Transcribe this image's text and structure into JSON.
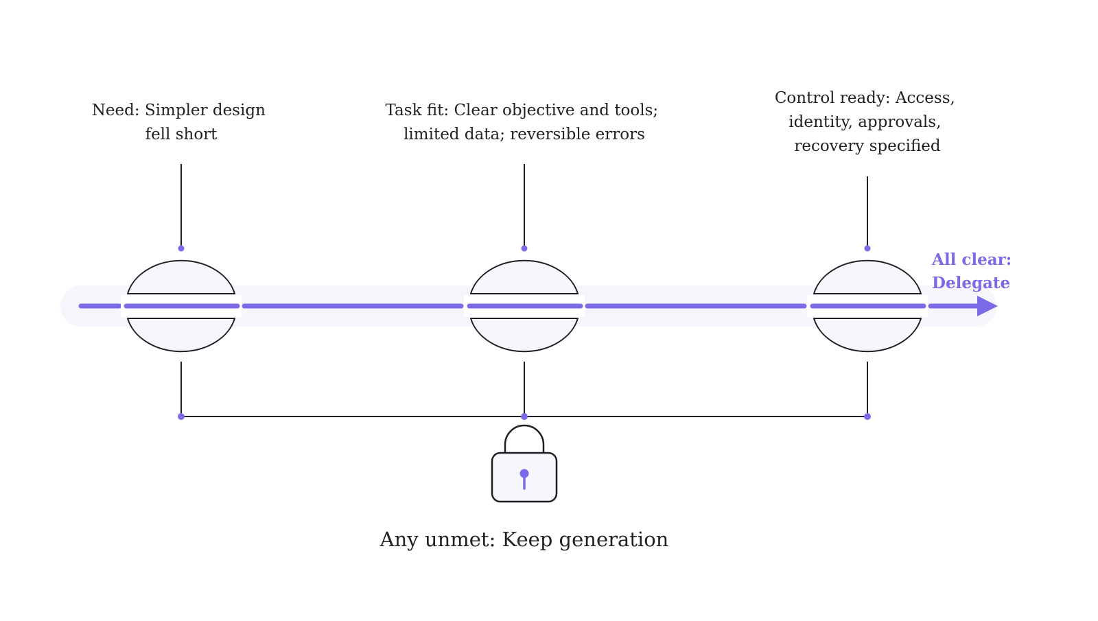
{
  "gates": [
    {
      "id": "need",
      "label_lines": [
        "Need: Simpler design",
        "fell short"
      ]
    },
    {
      "id": "task-fit",
      "label_lines": [
        "Task fit: Clear objective and tools;",
        "limited data; reversible errors"
      ]
    },
    {
      "id": "control-ready",
      "label_lines": [
        "Control ready: Access,",
        "identity, approvals,",
        "recovery specified"
      ]
    }
  ],
  "outcome_pass": {
    "lines": [
      "All clear:",
      "Delegate"
    ]
  },
  "outcome_fail": {
    "label": "Any unmet: Keep generation"
  },
  "colors": {
    "accent": "#7b6be6",
    "track_band": "#f5f5fb",
    "ink": "#1f1f23",
    "valve_fill": "#f6f6fd",
    "text": "#222222"
  },
  "icons": {
    "lock": "lock-icon"
  }
}
